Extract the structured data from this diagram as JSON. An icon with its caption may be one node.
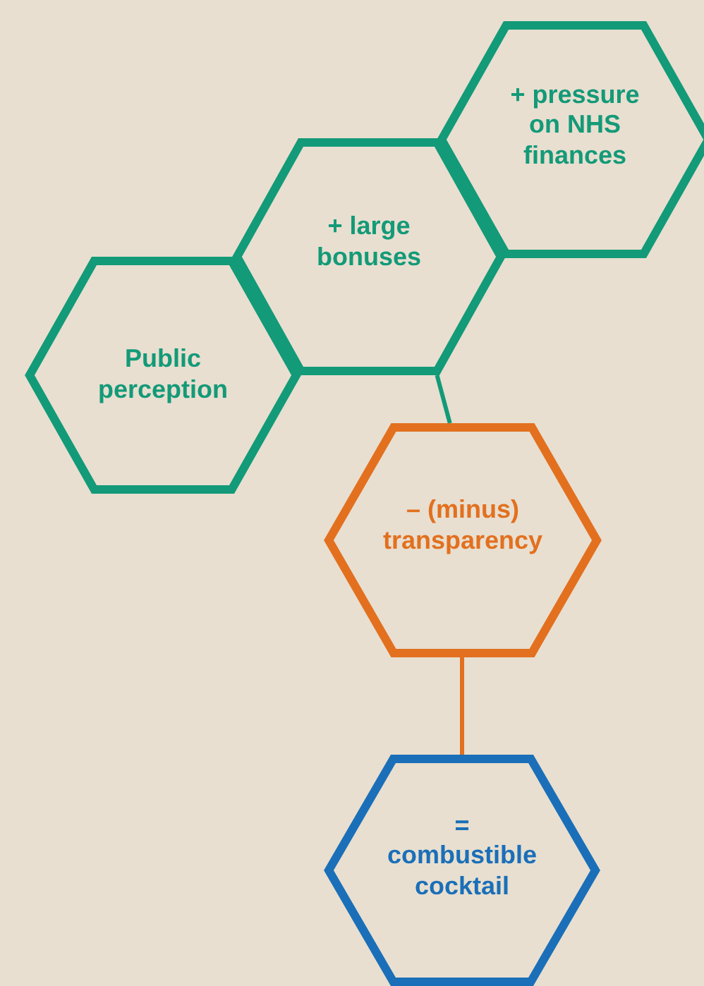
{
  "diagram": {
    "nodes": [
      {
        "text": [
          "Public perception"
        ]
      },
      {
        "text": [
          "+ large bonuses"
        ]
      },
      {
        "text": [
          "+ pressure on NHS finances"
        ]
      },
      {
        "text": [
          "– (minus) transparency"
        ]
      },
      {
        "text": [
          "= combustible cocktail"
        ]
      }
    ],
    "edges": [
      {
        "from": 1,
        "to": 3,
        "arrow": "none",
        "color": "#139a78"
      },
      {
        "from": 3,
        "to": 4,
        "arrow": "none",
        "color": "#e2701f"
      }
    ]
  }
}
